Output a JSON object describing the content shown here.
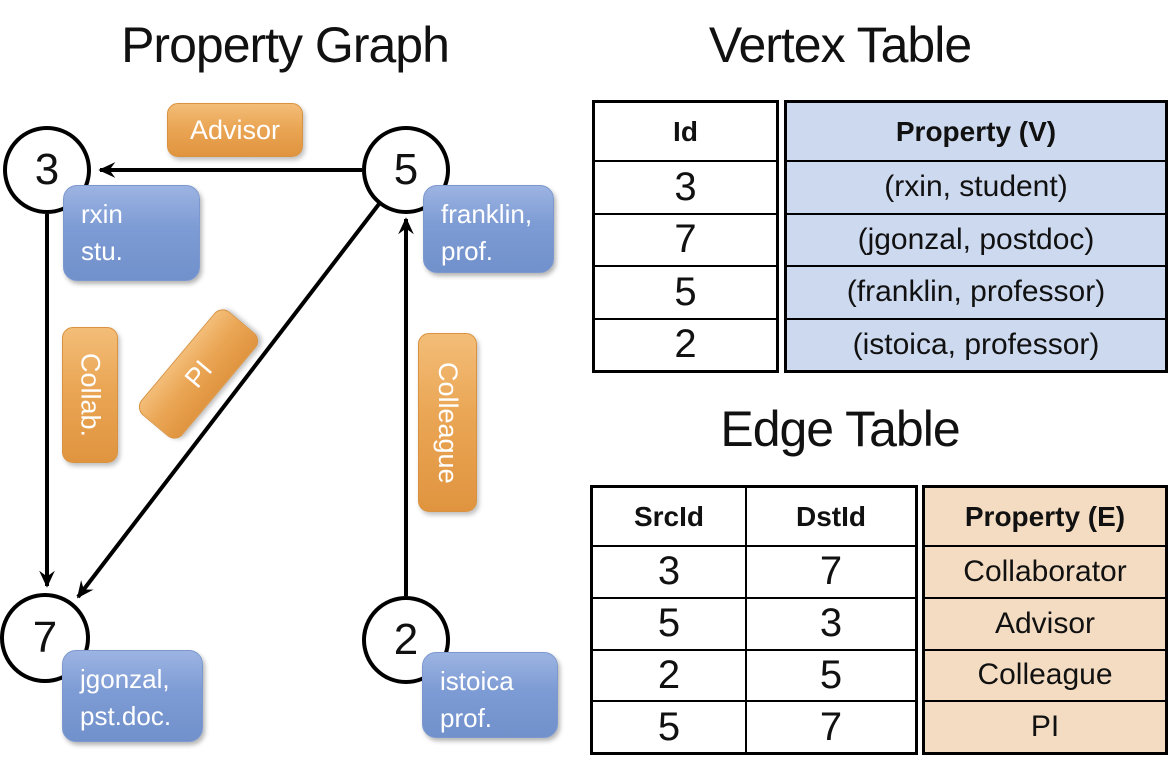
{
  "graph": {
    "title": "Property Graph",
    "nodes": [
      {
        "id": "3",
        "line1": "rxin",
        "line2": "stu."
      },
      {
        "id": "5",
        "line1": "franklin,",
        "line2": "prof."
      },
      {
        "id": "7",
        "line1": "jgonzal,",
        "line2": "pst.doc."
      },
      {
        "id": "2",
        "line1": "istoica",
        "line2": "prof."
      }
    ],
    "edge_labels": {
      "advisor": "Advisor",
      "collab": "Collab.",
      "pi": "PI",
      "colleague": "Colleague"
    }
  },
  "vertex_table": {
    "title": "Vertex Table",
    "headers": {
      "id": "Id",
      "property": "Property (V)"
    },
    "rows": [
      {
        "id": "3",
        "property": "(rxin, student)"
      },
      {
        "id": "7",
        "property": "(jgonzal, postdoc)"
      },
      {
        "id": "5",
        "property": "(franklin, professor)"
      },
      {
        "id": "2",
        "property": "(istoica, professor)"
      }
    ]
  },
  "edge_table": {
    "title": "Edge Table",
    "headers": {
      "src": "SrcId",
      "dst": "DstId",
      "property": "Property (E)"
    },
    "rows": [
      {
        "src": "3",
        "dst": "7",
        "property": "Collaborator"
      },
      {
        "src": "5",
        "dst": "3",
        "property": "Advisor"
      },
      {
        "src": "2",
        "dst": "5",
        "property": "Colleague"
      },
      {
        "src": "5",
        "dst": "7",
        "property": "PI"
      }
    ]
  },
  "colors": {
    "edge_label_orange": "#eaa655",
    "vertex_label_blue": "#7d9bd4",
    "vertex_property_bg": "#cdd9ef",
    "edge_property_bg": "#f4dcc2",
    "line_black": "#000000"
  }
}
